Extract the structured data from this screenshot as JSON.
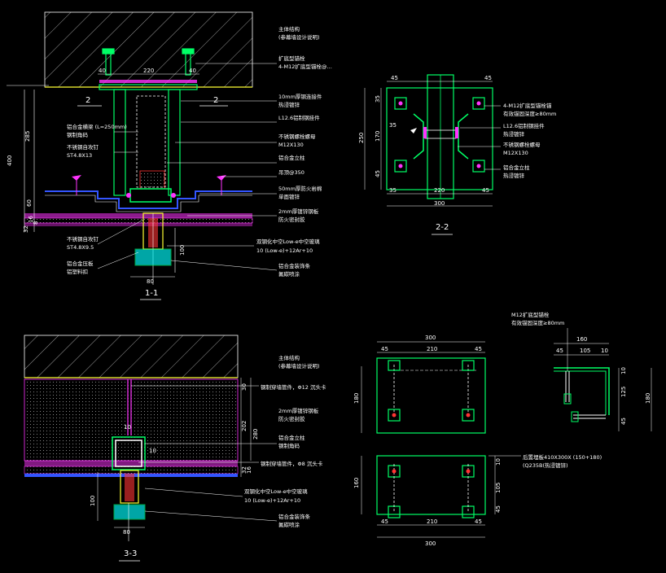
{
  "colors": {
    "background": "#000000",
    "line_white": "#ffffff",
    "line_green": "#00ff66",
    "line_red": "#ff3333",
    "line_magenta": "#ff33ff",
    "line_blue": "#3355ff",
    "line_cyan": "#00ffff",
    "line_yellow": "#ffff33"
  },
  "section_1_1": {
    "title": "1-1",
    "dims": {
      "top_40_left": "40",
      "top_220": "220",
      "top_40_right": "40",
      "left_400": "400",
      "left_285": "285",
      "left_60": "60",
      "left_32": "32",
      "left_16": "16",
      "left_8": "8",
      "bottom_80": "80",
      "right_100": "100"
    },
    "section_marks": {
      "left_2": "2",
      "right_2": "2"
    },
    "notes_right": [
      "主体结构",
      "(参幕墙设计说明)",
      "扩底型锚栓",
      "4-M12扩底型锚栓@…",
      "10mm厚钢连接件",
      "热浸镀锌",
      "L12.6铝制钢挂件",
      "不锈钢螺栓螺母",
      "M12X130",
      "铝合金立柱",
      "吊顶@350",
      "50mm厚防火岩棉",
      "单面镀锌",
      "2mm厚镀锌钢板",
      "防火密封胶"
    ],
    "notes_left": [
      "铝合金横梁 (L=250mm)",
      "钢制角码",
      "不锈钢自攻钉",
      "ST4.8X13",
      "不锈钢自攻钉",
      "ST4.8X9.5",
      "铝合金压板",
      "铝塑料扣"
    ],
    "notes_bottom": [
      "双钢化中空Low-e中空玻璃",
      "10 (Low-e)+12Ar+10",
      "铝合金装饰条",
      "氟碳喷涂"
    ]
  },
  "section_2_2": {
    "title": "2-2",
    "dims": {
      "top_45_left": "45",
      "top_45_right": "45",
      "left_250": "250",
      "left_35_top": "35",
      "left_170": "170",
      "left_45": "45",
      "inner_35": "35",
      "bottom_35": "35",
      "bottom_220": "220",
      "bottom_45": "45",
      "bottom_300": "300"
    },
    "notes": [
      "4-M12扩底型锚栓锚",
      "有效锚固深度≥80mm",
      "L12.6铝制钢挂件",
      "热浸镀锌",
      "不锈钢螺栓螺母",
      "M12X130",
      "铝合金立柱",
      "热浸镀锌"
    ]
  },
  "section_3_3": {
    "title": "3-3",
    "dims": {
      "right_30": "30",
      "right_202": "202",
      "right_280": "280",
      "right_32": "32",
      "right_16": "16",
      "inner_10_top": "10",
      "inner_10_bottom": "10",
      "left_100": "100",
      "bottom_80": "80"
    },
    "notes": [
      "主体结构",
      "(参幕墙设计说明)",
      "钢制穿墙管件，Φ12 沉头卡",
      "2mm厚镀锌钢板",
      "防火密封胶",
      "铝合金立柱",
      "钢制角码",
      "钢制穿墙管件，Φ8 沉头卡",
      "双钢化中空Low-e中空玻璃",
      "10 (Low-e)+12Ar+10",
      "铝合金装饰条",
      "氟碳喷涂"
    ]
  },
  "plate_detail": {
    "top_plate_dims": {
      "top_300": "300",
      "top_45_left": "45",
      "top_210": "210",
      "top_45_right": "45",
      "left_180": "180"
    },
    "bottom_plate_dims": {
      "left_160": "160",
      "bottom_45_left": "45",
      "bottom_210": "210",
      "bottom_45_right": "45",
      "bottom_300": "300",
      "right_10": "10",
      "right_105": "105",
      "right_45": "45"
    },
    "side_dims": {
      "top_160": "160",
      "top_45": "45",
      "top_105": "105",
      "top_10": "10",
      "right_10": "10",
      "right_125": "125",
      "right_45": "45",
      "right_180": "180"
    },
    "notes": [
      "M12扩底型锚栓",
      "有效锚固深度≥80mm",
      "后置埋板410X300X (150+180)",
      "(Q235B(热浸镀锌)"
    ]
  }
}
